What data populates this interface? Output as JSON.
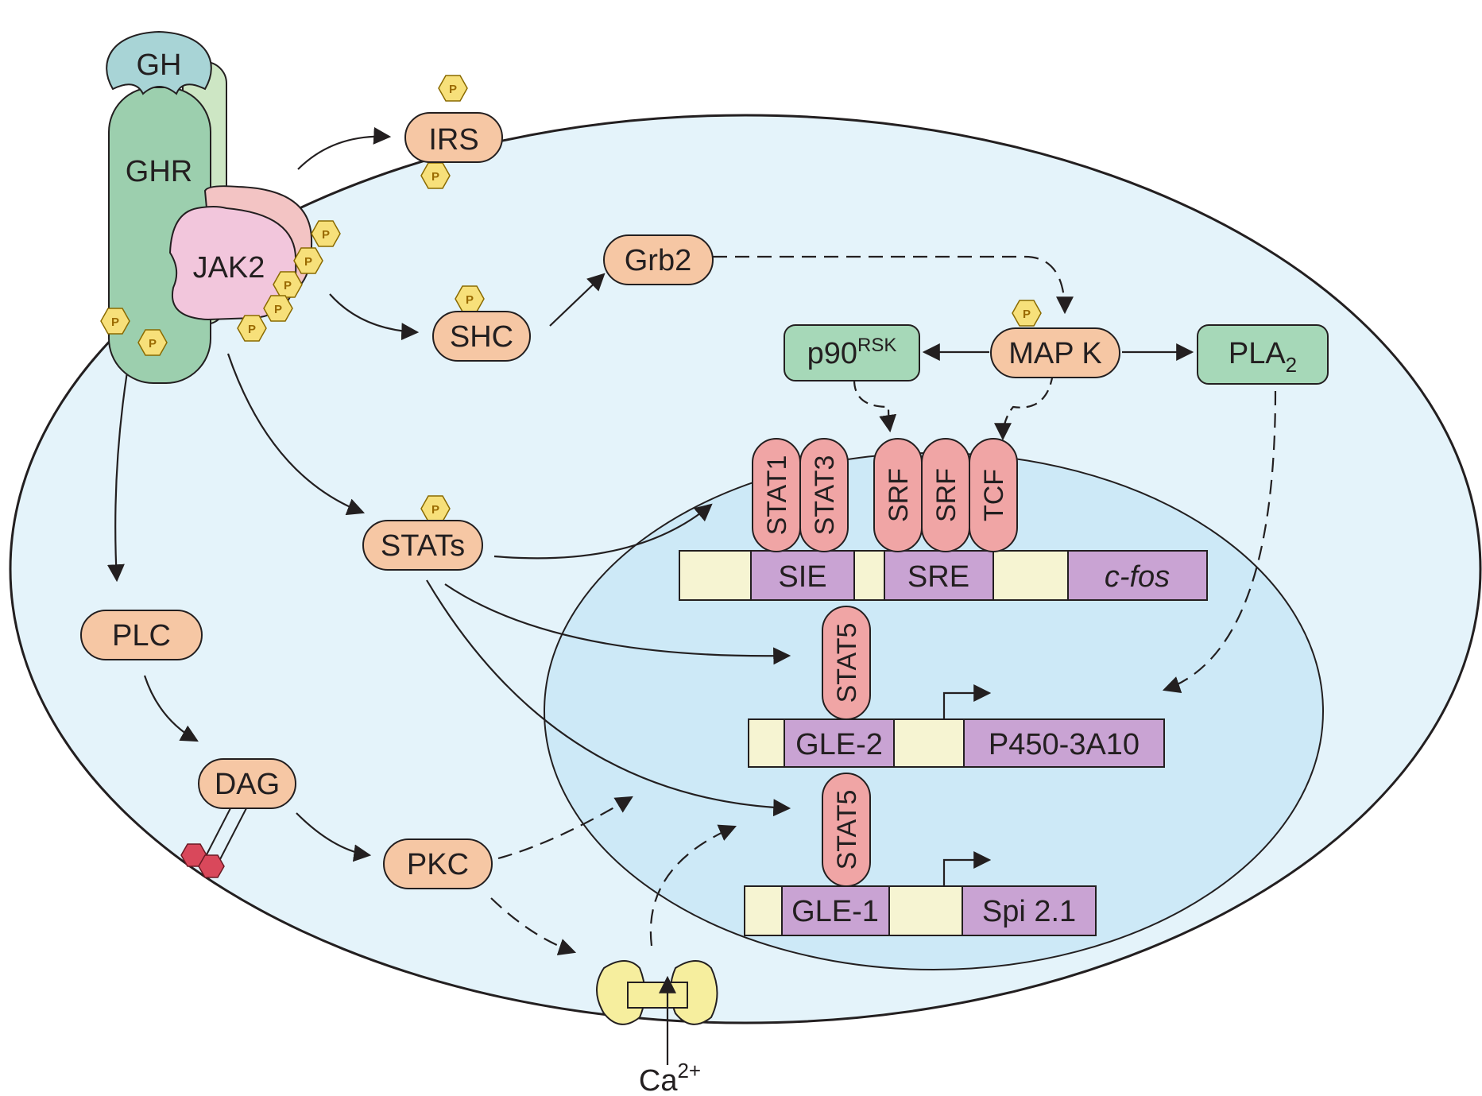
{
  "receptor": {
    "hormone": "GH",
    "receptor": "GHR",
    "kinase": "JAK2"
  },
  "phospho_label": "P",
  "nodes": {
    "irs": "IRS",
    "shc": "SHC",
    "grb2": "Grb2",
    "mapk": "MAP K",
    "p90_main": "p90",
    "p90_sup": "RSK",
    "pla2_main": "PLA",
    "pla2_sub": "2",
    "stats": "STATs",
    "plc": "PLC",
    "dag": "DAG",
    "pkc": "PKC",
    "ca_main": "Ca",
    "ca_sup": "2+"
  },
  "factors": {
    "stat1": "STAT1",
    "stat3": "STAT3",
    "srf1": "SRF",
    "srf2": "SRF",
    "tcf": "TCF",
    "stat5a": "STAT5",
    "stat5b": "STAT5"
  },
  "genes": {
    "fos": {
      "elements": [
        "SIE",
        "SRE"
      ],
      "gene": "c-fos"
    },
    "p450": {
      "elements": [
        "GLE-2"
      ],
      "gene": "P450-3A10"
    },
    "spi": {
      "elements": [
        "GLE-1"
      ],
      "gene": "Spi 2.1"
    }
  },
  "colors": {
    "cell": "#e4f3fa",
    "nucleus": "#cde9f7",
    "orange": "#f6c7a4",
    "green": "#a6d8b8",
    "ghr": "#9ccfae",
    "ghr_back": "#cde6c4",
    "gh": "#a8d4d6",
    "jak": "#f2c6dc",
    "jak_back": "#f3c4c4",
    "factor": "#f0a5a5",
    "dna": "#f6f4d2",
    "purple": "#c9a3d3",
    "phospho": "#f7e07a",
    "channel": "#f6ee9e",
    "dag_hex": "#d9485b"
  }
}
